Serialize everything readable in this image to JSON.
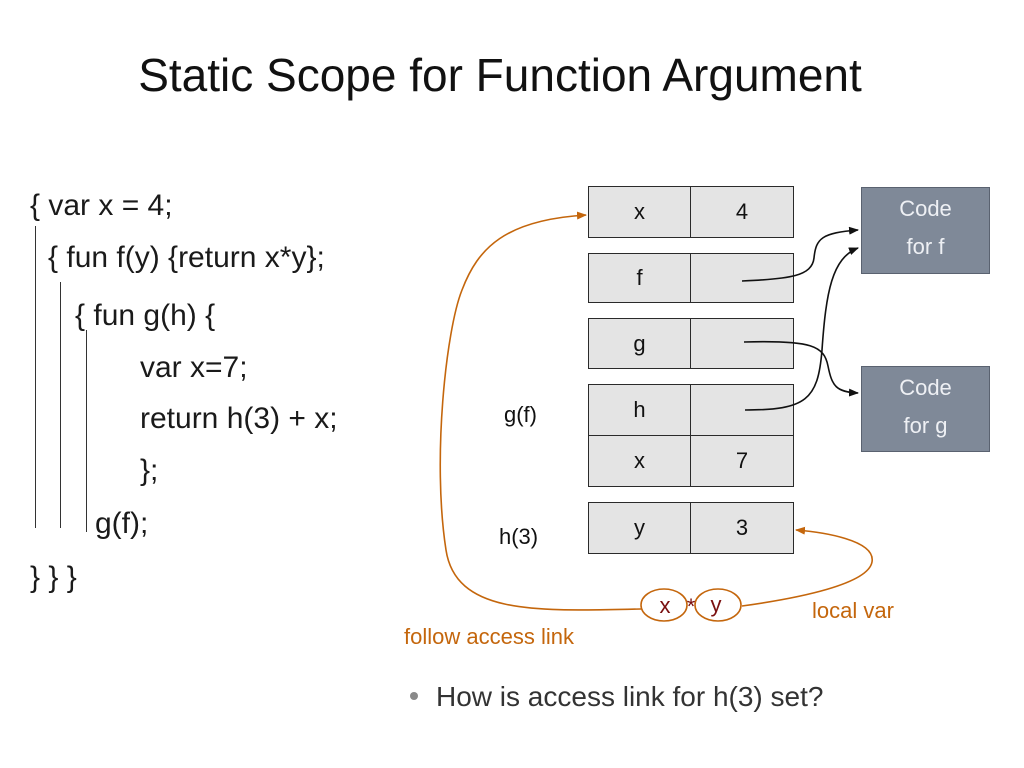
{
  "title": "Static Scope for Function Argument",
  "code": {
    "line1": "{ var x = 4;",
    "line2": "{ fun f(y) {return x*y};",
    "line3": "{ fun g(h) {",
    "line4": "var x=7;",
    "line5": "return h(3) + x;",
    "line6": "};",
    "line7": "g(f);",
    "line8": "} } }"
  },
  "frames": {
    "outer_x": {
      "name": "x",
      "value": "4"
    },
    "f_slot": {
      "name": "f",
      "value": ""
    },
    "g_slot": {
      "name": "g",
      "value": ""
    },
    "gf": {
      "label": "g(f)",
      "h_name": "h",
      "h_value": "",
      "x_name": "x",
      "x_value": "7"
    },
    "h3": {
      "label": "h(3)",
      "y_name": "y",
      "y_value": "3"
    }
  },
  "code_boxes": {
    "f": {
      "line1": "Code",
      "line2": "for f"
    },
    "g": {
      "line1": "Code",
      "line2": "for g"
    }
  },
  "expression": {
    "x": "x",
    "op": "*",
    "y": "y"
  },
  "annotations": {
    "access_link": "follow access link",
    "local_var": "local var"
  },
  "bullet": "How is access link for h(3) set?",
  "colors": {
    "orange": "#c4660c",
    "cell_fill": "#e4e4e4",
    "code_box_fill": "#7f8998",
    "code_box_text": "#eef0f4"
  }
}
